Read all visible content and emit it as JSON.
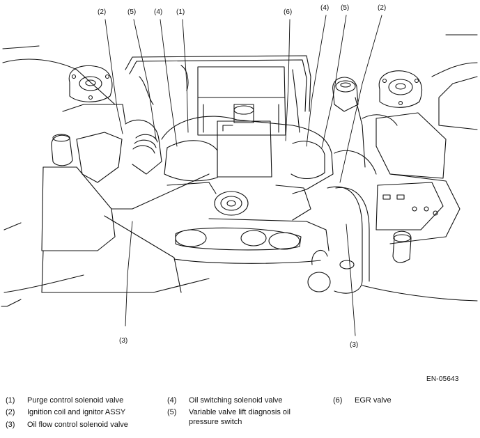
{
  "diagram": {
    "callouts": [
      "(2)",
      "(5)",
      "(4)",
      "(1)",
      "(6)",
      "(4)",
      "(5)",
      "(2)",
      "(3)",
      "(3)"
    ],
    "figure_id": "EN-05643"
  },
  "legend": [
    {
      "num": "(1)",
      "text": "Purge control solenoid valve"
    },
    {
      "num": "(2)",
      "text": "Ignition coil and ignitor ASSY"
    },
    {
      "num": "(3)",
      "text": "Oil flow control solenoid valve"
    },
    {
      "num": "(4)",
      "text": "Oil switching solenoid valve"
    },
    {
      "num": "(5)",
      "text": "Variable valve lift diagnosis oil pressure switch"
    },
    {
      "num": "(6)",
      "text": "EGR valve"
    }
  ]
}
